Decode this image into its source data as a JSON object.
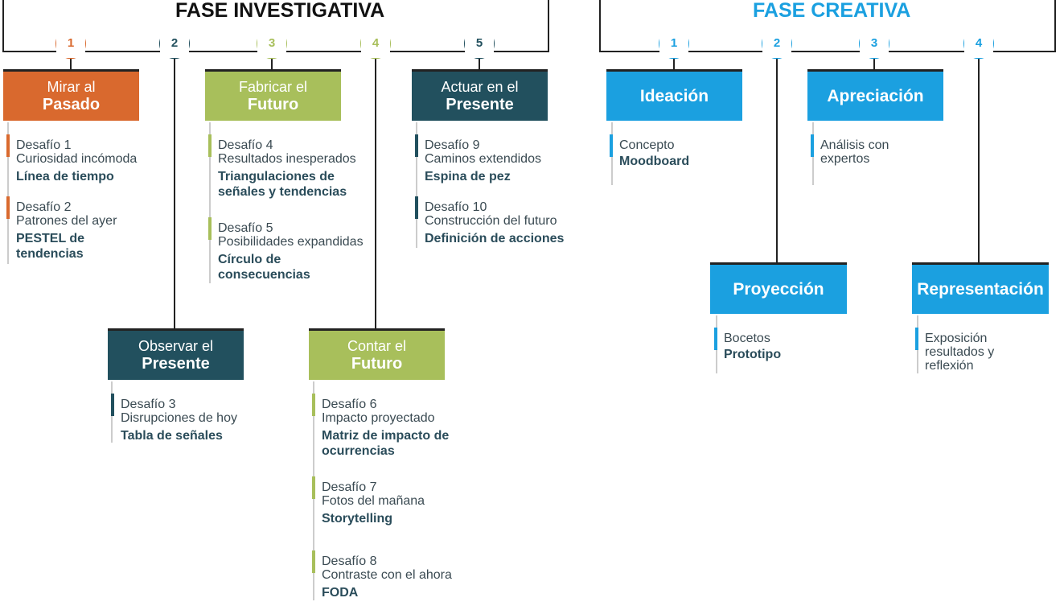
{
  "colors": {
    "orange": "#d9692e",
    "navy": "#22505e",
    "green": "#a8bf5b",
    "blue": "#1ba0e0",
    "line": "#222222",
    "muted": "#9a9a9a"
  },
  "investigativa": {
    "title": "FASE INVESTIGATIVA",
    "steps": [
      {
        "num": "1",
        "l1": "Mirar al",
        "l2": "Pasado",
        "items": [
          {
            "d": "Desafío 1",
            "c": "Curiosidad incómoda",
            "tool": "Línea de tiempo"
          },
          {
            "d": "Desafío 2",
            "c": "Patrones del ayer",
            "tool": "PESTEL de tendencias"
          }
        ]
      },
      {
        "num": "2",
        "l1": "Observar el",
        "l2": "Presente",
        "items": [
          {
            "d": "Desafío 3",
            "c": "Disrupciones de hoy",
            "tool": "Tabla de señales"
          }
        ]
      },
      {
        "num": "3",
        "l1": "Fabricar el",
        "l2": "Futuro",
        "items": [
          {
            "d": "Desafío 4",
            "c": "Resultados inesperados",
            "tool": "Triangulaciones de señales y tendencias"
          },
          {
            "d": "Desafío 5",
            "c": "Posibilidades expandidas",
            "tool": "Círculo de consecuencias"
          }
        ]
      },
      {
        "num": "4",
        "l1": "Contar el",
        "l2": "Futuro",
        "items": [
          {
            "d": "Desafío 6",
            "c": "Impacto proyectado",
            "tool": "Matriz de impacto de ocurrencias"
          },
          {
            "d": "Desafío 7",
            "c": "Fotos del mañana",
            "tool": "Storytelling"
          },
          {
            "d": "Desafío 8",
            "c": "Contraste con el ahora",
            "tool": "FODA"
          }
        ]
      },
      {
        "num": "5",
        "l1": "Actuar en el",
        "l2": "Presente",
        "items": [
          {
            "d": "Desafío 9",
            "c": "Caminos extendidos",
            "tool": "Espina de pez"
          },
          {
            "d": "Desafío 10",
            "c": "Construcción del futuro",
            "tool": "Definición de acciones"
          }
        ]
      }
    ]
  },
  "creativa": {
    "title": "FASE CREATIVA",
    "steps": [
      {
        "num": "1",
        "label": "Ideación",
        "items": [
          {
            "c": "Concepto",
            "tool": "Moodboard"
          }
        ]
      },
      {
        "num": "2",
        "label": "Proyección",
        "items": [
          {
            "c": "Bocetos",
            "tool": "Prototipo"
          }
        ]
      },
      {
        "num": "3",
        "label": "Apreciación",
        "items": [
          {
            "c": "Análisis con expertos",
            "tool": ""
          }
        ]
      },
      {
        "num": "4",
        "label": "Representación",
        "items": [
          {
            "c": "Exposición resultados y reflexión",
            "tool": ""
          }
        ]
      }
    ]
  }
}
